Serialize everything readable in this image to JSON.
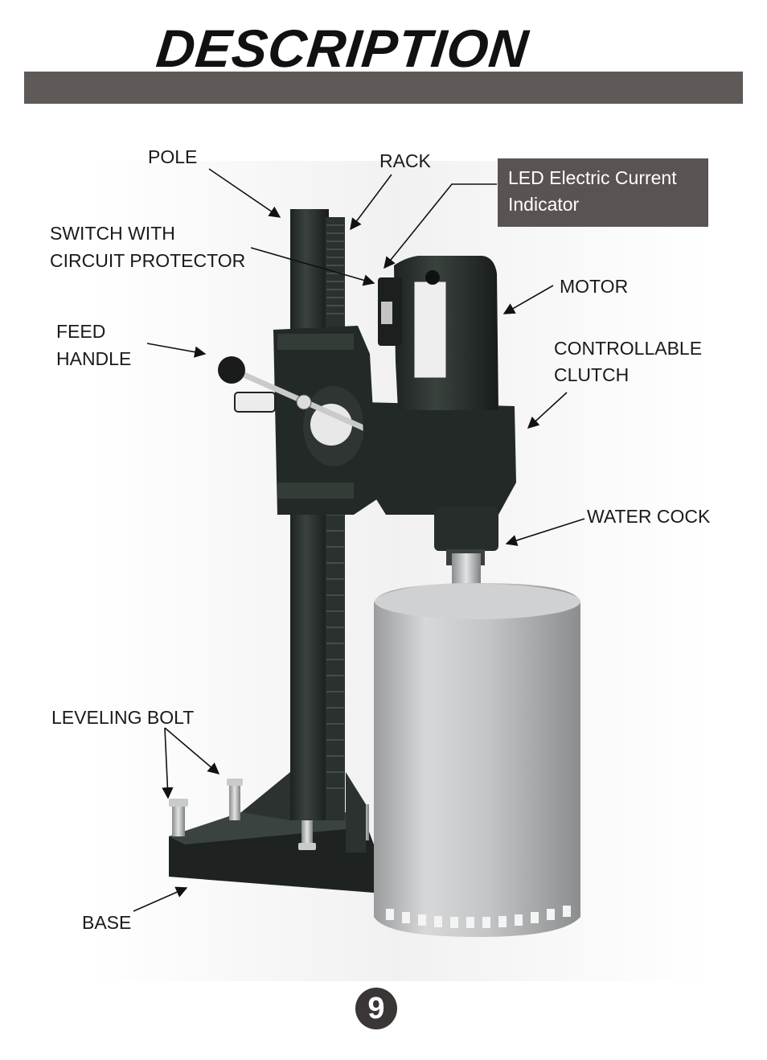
{
  "page": {
    "title": "DESCRIPTION",
    "page_number": "9"
  },
  "labels": {
    "pole": "POLE",
    "rack": "RACK",
    "led_line1": "LED Electric Current",
    "led_line2": "Indicator",
    "switch_line1": "SWITCH WITH",
    "switch_line2": "CIRCUIT PROTECTOR",
    "motor": "MOTOR",
    "feed_line1": "FEED",
    "feed_line2": "HANDLE",
    "clutch_line1": "CONTROLLABLE",
    "clutch_line2": "CLUTCH",
    "water_cock": "WATER COCK",
    "leveling_bolt": "LEVELING BOLT",
    "base": "BASE"
  },
  "colors": {
    "title_bar": "#5f5a58",
    "callout_box": "#595452",
    "badge": "#3a3636"
  }
}
